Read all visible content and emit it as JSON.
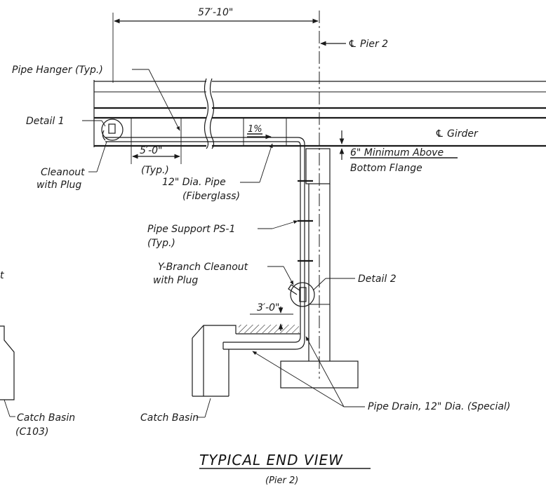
{
  "dimensions": {
    "overall": "57′-10\"",
    "hanger_spacing": "5′-0\"",
    "hanger_spacing_note": "(Typ.)",
    "drop": "3′-0\"",
    "slope": "1%"
  },
  "labels": {
    "pier_centerline": "℄ Pier 2",
    "pipe_hanger": "Pipe Hanger (Typ.)",
    "detail_1": "Detail 1",
    "cleanout_line1": "Cleanout",
    "cleanout_line2": "with Plug",
    "girder": "℄ Girder",
    "min_above_line1": "6\" Minimum Above",
    "min_above_line2": "Bottom Flange",
    "pipe_line1": "12\" Dia. Pipe",
    "pipe_line2": "(Fiberglass)",
    "support_line1": "Pipe Support PS-1",
    "support_line2": "(Typ.)",
    "ybranch_line1": "Y-Branch Cleanout",
    "ybranch_line2": "with Plug",
    "detail_2": "Detail 2",
    "pipe_drain": "Pipe Drain, 12\" Dia. (Special)",
    "catch_basin_left_line1": "Catch Basin",
    "catch_basin_left_line2": "(C103)",
    "catch_basin_right": "Catch Basin",
    "cut_fragment": "t"
  },
  "title": {
    "main": "TYPICAL END VIEW",
    "sub": "(Pier 2)"
  }
}
